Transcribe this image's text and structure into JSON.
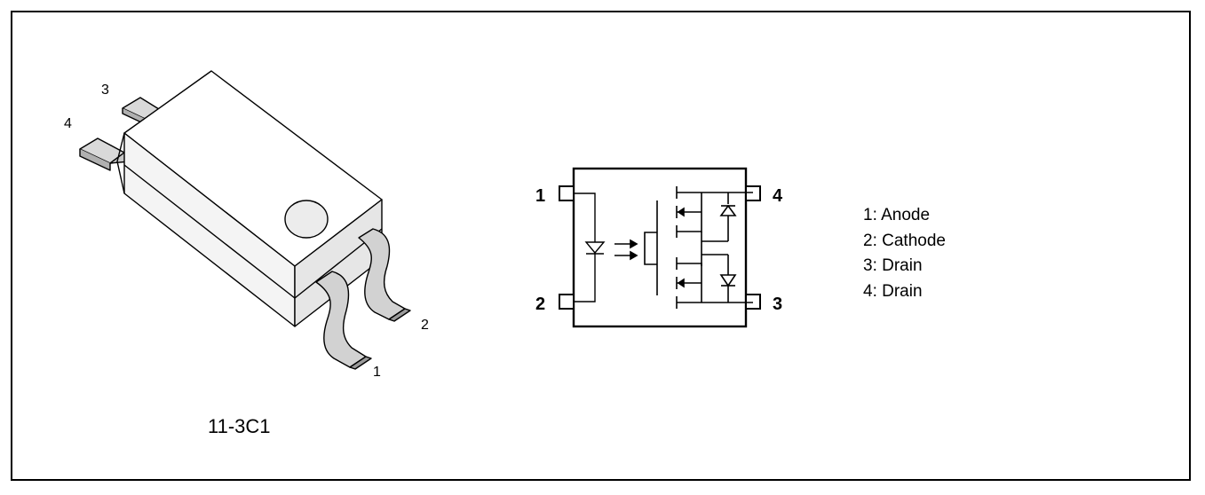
{
  "package": {
    "code": "11-3C1",
    "pin_numbers": {
      "p1": "1",
      "p2": "2",
      "p3": "3",
      "p4": "4"
    }
  },
  "schematic": {
    "pin_numbers": {
      "p1": "1",
      "p2": "2",
      "p3": "3",
      "p4": "4"
    }
  },
  "legend": [
    "1: Anode",
    "2: Cathode",
    "3: Drain",
    "4: Drain"
  ]
}
